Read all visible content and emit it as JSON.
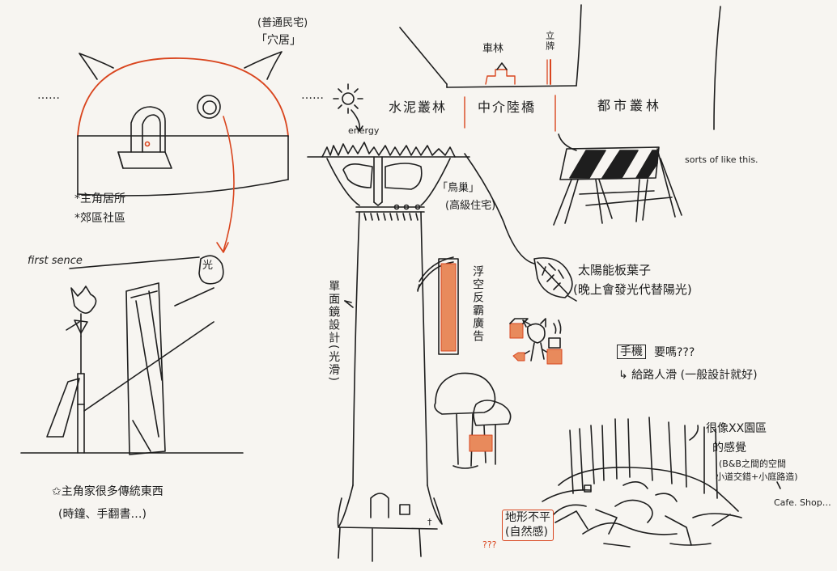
{
  "palette": {
    "ink": "#1e1e1e",
    "accent": "#d9451e",
    "paper": "#f7f5f1"
  },
  "notes": {
    "dome_caption_1": "(普通民宅)",
    "dome_caption_2": "「穴居」",
    "dots_left": "……",
    "dots_mid": "……",
    "protagonist_home": "*主角居所",
    "suburb": "*郊區社區",
    "light": "光",
    "first_sense": "first  sence",
    "family_note_1": "✩主角家很多傳統東西",
    "family_note_2": "(時鐘、手翻書…)",
    "energy": "energy",
    "car": "車林",
    "vertical_brand": "立牌",
    "cement_forest": "水泥叢林",
    "middle_bridge": "中介陸橋",
    "urban_forest": "都市叢林",
    "sorts_like_this": "sorts of like this.",
    "bird_nest_1": "「鳥巢」",
    "bird_nest_2": "(高級住宅)",
    "one_way_glass": "單面鏡設計(光滑)",
    "floating_ad": "浮空反霸廣告",
    "solar_leaf_1": "太陽能板葉子",
    "solar_leaf_2": "(晚上會發光代替陽光)",
    "phone_label": "手機",
    "phone_question": "要嗎???",
    "slide_note": "↳ 給路人滑 (一般設計就好)",
    "garden_feel_1": "很像XX園區",
    "garden_feel_2": "的感覺",
    "bb_note_1": "(B&B之間的空間",
    "bb_note_2": "小道交錯+小庭路造)",
    "cafe_shop": "Cafe. Shop…",
    "terrain_1": "地形不平",
    "terrain_2": "(自然感)",
    "question_marks": "???",
    "tiny_mark": "†"
  }
}
